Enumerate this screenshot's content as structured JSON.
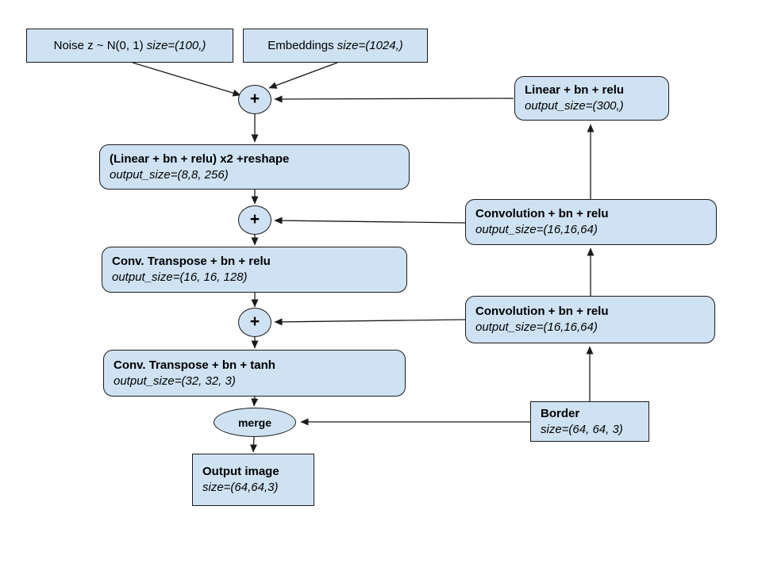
{
  "diagram": {
    "description": "Generator network architecture flowchart",
    "colors": {
      "node_fill": "#cfe2f3",
      "node_border": "#1b1b1b",
      "arrow": "#1b1b1b",
      "background": "#ffffff",
      "text": "#000000"
    },
    "nodes": {
      "noise": {
        "label": "Noise z ~ N(0, 1)",
        "size": "size=(100,)"
      },
      "embeddings": {
        "label": "Embeddings",
        "size": "size=(1024,)"
      },
      "sum1": {
        "label": "+"
      },
      "linear": {
        "label": "Linear + bn + relu",
        "size": "output_size=(300,)"
      },
      "linear_x2": {
        "label": "(Linear + bn + relu) x2 +reshape",
        "size": "output_size=(8,8, 256)"
      },
      "sum2": {
        "label": "+"
      },
      "conv1": {
        "label": "Convolution + bn + relu",
        "size": "output_size=(16,16,64)"
      },
      "convt_relu": {
        "label": "Conv. Transpose + bn + relu",
        "size": "output_size=(16, 16, 128)"
      },
      "sum3": {
        "label": "+"
      },
      "conv2": {
        "label": "Convolution + bn + relu",
        "size": "output_size=(16,16,64)"
      },
      "convt_tanh": {
        "label": "Conv. Transpose + bn + tanh",
        "size": "output_size=(32, 32, 3)"
      },
      "merge": {
        "label": "merge"
      },
      "border": {
        "label": "Border",
        "size": "size=(64, 64, 3)"
      },
      "output": {
        "label": "Output image",
        "size": "size=(64,64,3)"
      }
    },
    "edges": [
      {
        "from": "noise",
        "to": "sum1"
      },
      {
        "from": "embeddings",
        "to": "sum1"
      },
      {
        "from": "linear",
        "to": "sum1"
      },
      {
        "from": "sum1",
        "to": "linear_x2"
      },
      {
        "from": "linear_x2",
        "to": "sum2"
      },
      {
        "from": "conv1",
        "to": "sum2"
      },
      {
        "from": "sum2",
        "to": "convt_relu"
      },
      {
        "from": "convt_relu",
        "to": "sum3"
      },
      {
        "from": "conv2",
        "to": "sum3"
      },
      {
        "from": "sum3",
        "to": "convt_tanh"
      },
      {
        "from": "convt_tanh",
        "to": "merge"
      },
      {
        "from": "border",
        "to": "merge"
      },
      {
        "from": "merge",
        "to": "output"
      },
      {
        "from": "border",
        "to": "conv2"
      },
      {
        "from": "conv2",
        "to": "conv1"
      },
      {
        "from": "conv1",
        "to": "linear"
      }
    ]
  }
}
